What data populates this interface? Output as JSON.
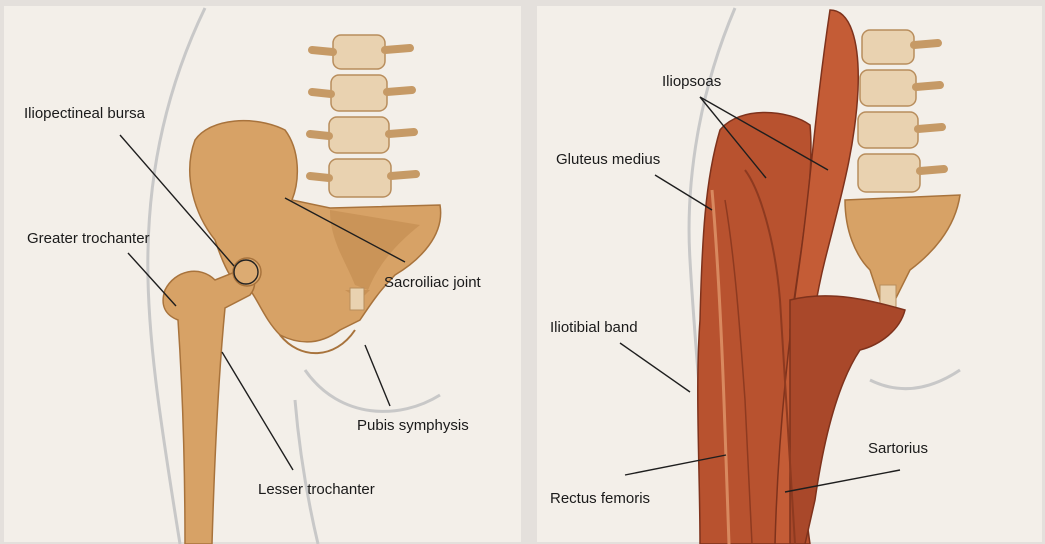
{
  "left_panel": {
    "labels": {
      "iliopectineal_bursa": "Iliopectineal bursa",
      "greater_trochanter": "Greater trochanter",
      "sacroiliac_joint": "Sacroiliac joint",
      "pubis_symphysis": "Pubis symphysis",
      "lesser_trochanter": "Lesser trochanter"
    }
  },
  "right_panel": {
    "labels": {
      "iliopsoas": "Iliopsoas",
      "gluteus_medius": "Gluteus medius",
      "iliotibial_band": "Iliotibial band",
      "sartorius": "Sartorius",
      "rectus_femoris": "Rectus femoris"
    }
  },
  "colors": {
    "background": "#e4e0dc",
    "panel": "#f3efe9",
    "bone": "#d7a266",
    "bone_dark": "#b27a40",
    "vertebra": "#e9d2b0",
    "muscle": "#b8522f",
    "muscle_dark": "#8e3a20",
    "skin_outline": "#c9c9c9"
  }
}
